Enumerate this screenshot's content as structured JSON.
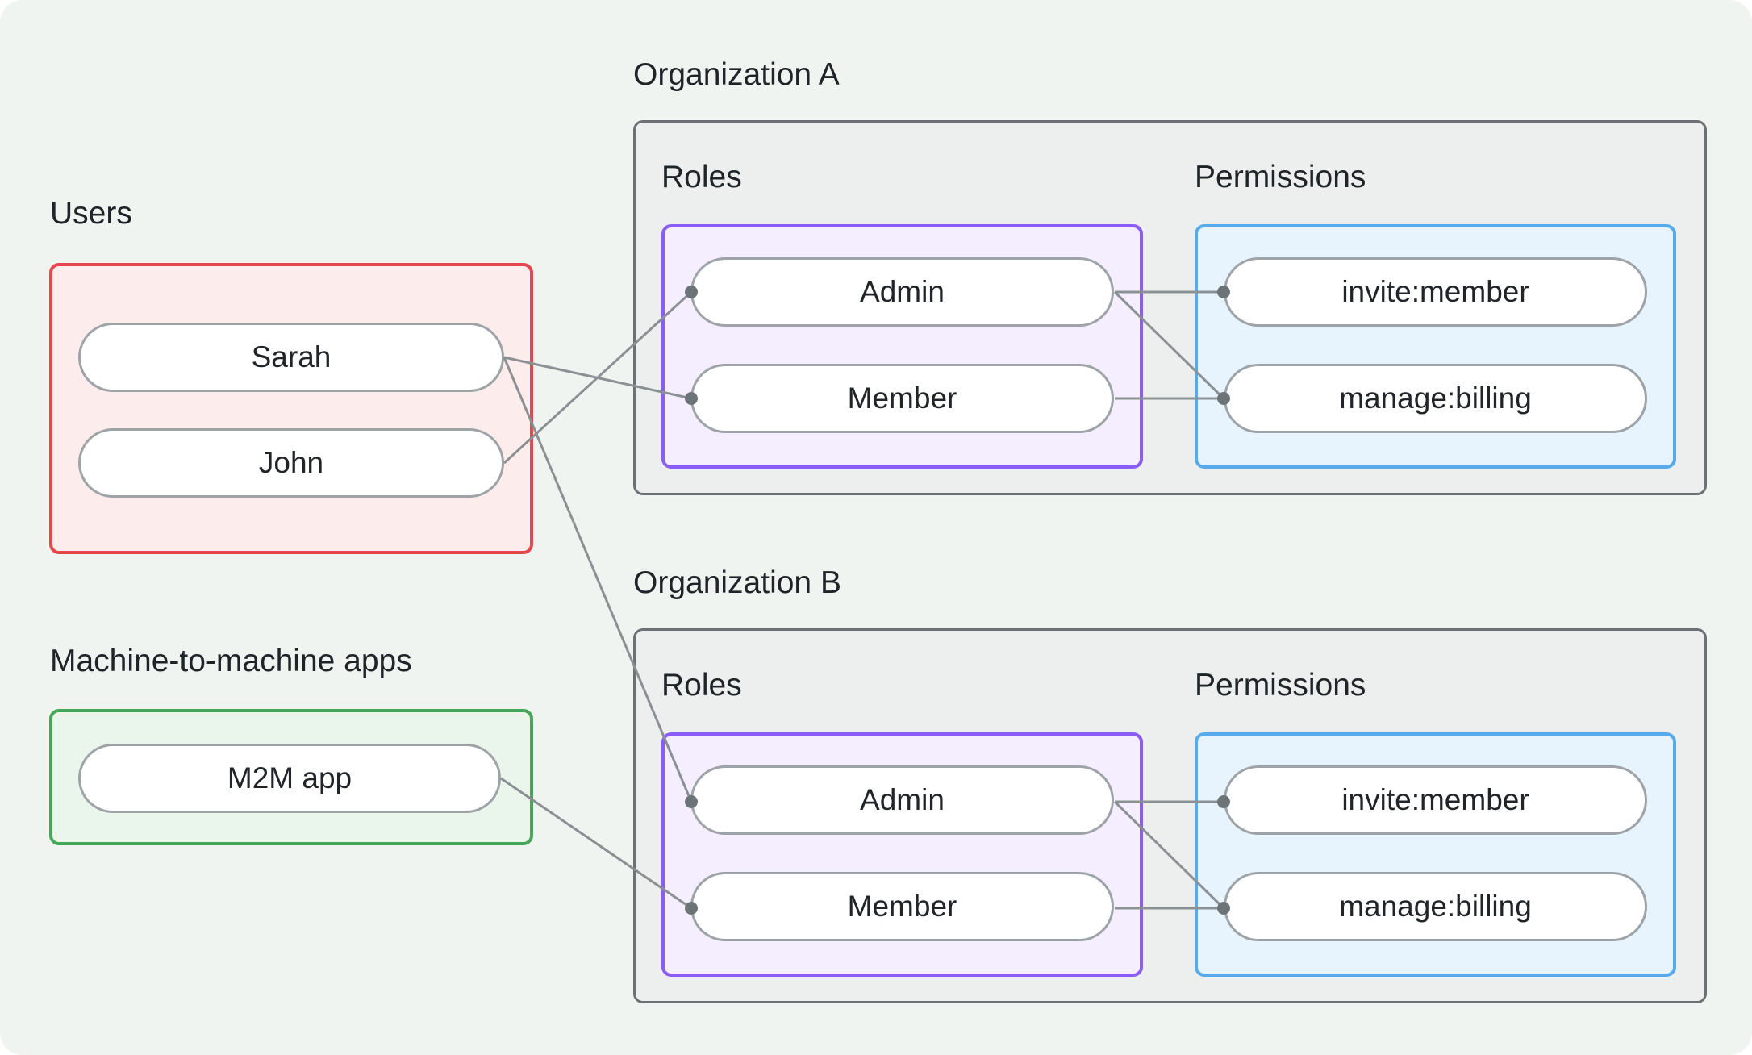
{
  "users": {
    "label": "Users",
    "items": [
      "Sarah",
      "John"
    ]
  },
  "m2m": {
    "label": "Machine-to-machine apps",
    "items": [
      "M2M app"
    ]
  },
  "orgs": [
    {
      "title": "Organization A",
      "roles_label": "Roles",
      "permissions_label": "Permissions",
      "roles": [
        "Admin",
        "Member"
      ],
      "permissions": [
        "invite:member",
        "manage:billing"
      ]
    },
    {
      "title": "Organization B",
      "roles_label": "Roles",
      "permissions_label": "Permissions",
      "roles": [
        "Admin",
        "Member"
      ],
      "permissions": [
        "invite:member",
        "manage:billing"
      ]
    }
  ],
  "connections": [
    {
      "from": "Sarah",
      "to": "Organization A / Member"
    },
    {
      "from": "John",
      "to": "Organization A / Admin"
    },
    {
      "from": "Sarah",
      "to": "Organization B / Admin"
    },
    {
      "from": "M2M app",
      "to": "Organization B / Member"
    },
    {
      "from": "Organization A / Admin",
      "to": "Organization A / invite:member"
    },
    {
      "from": "Organization A / Admin",
      "to": "Organization A / manage:billing"
    },
    {
      "from": "Organization A / Member",
      "to": "Organization A / manage:billing"
    },
    {
      "from": "Organization B / Admin",
      "to": "Organization B / invite:member"
    },
    {
      "from": "Organization B / Admin",
      "to": "Organization B / manage:billing"
    },
    {
      "from": "Organization B / Member",
      "to": "Organization B / manage:billing"
    }
  ],
  "colors": {
    "page_background": "#f0f4f1",
    "users_box_border": "#e5484d",
    "users_box_bg": "#fdecec",
    "m2m_box_border": "#46a758",
    "m2m_box_bg": "#eaf6ec",
    "org_box_border": "#6b7175",
    "org_box_bg": "#edefee",
    "roles_box_border": "#8b5cf6",
    "roles_box_bg": "#f5eefe",
    "permissions_box_border": "#57abec",
    "permissions_box_bg": "#e7f3fd",
    "pill_border": "#9da3a7",
    "connector_line": "#8a9093",
    "connector_dot": "#6d7477"
  }
}
